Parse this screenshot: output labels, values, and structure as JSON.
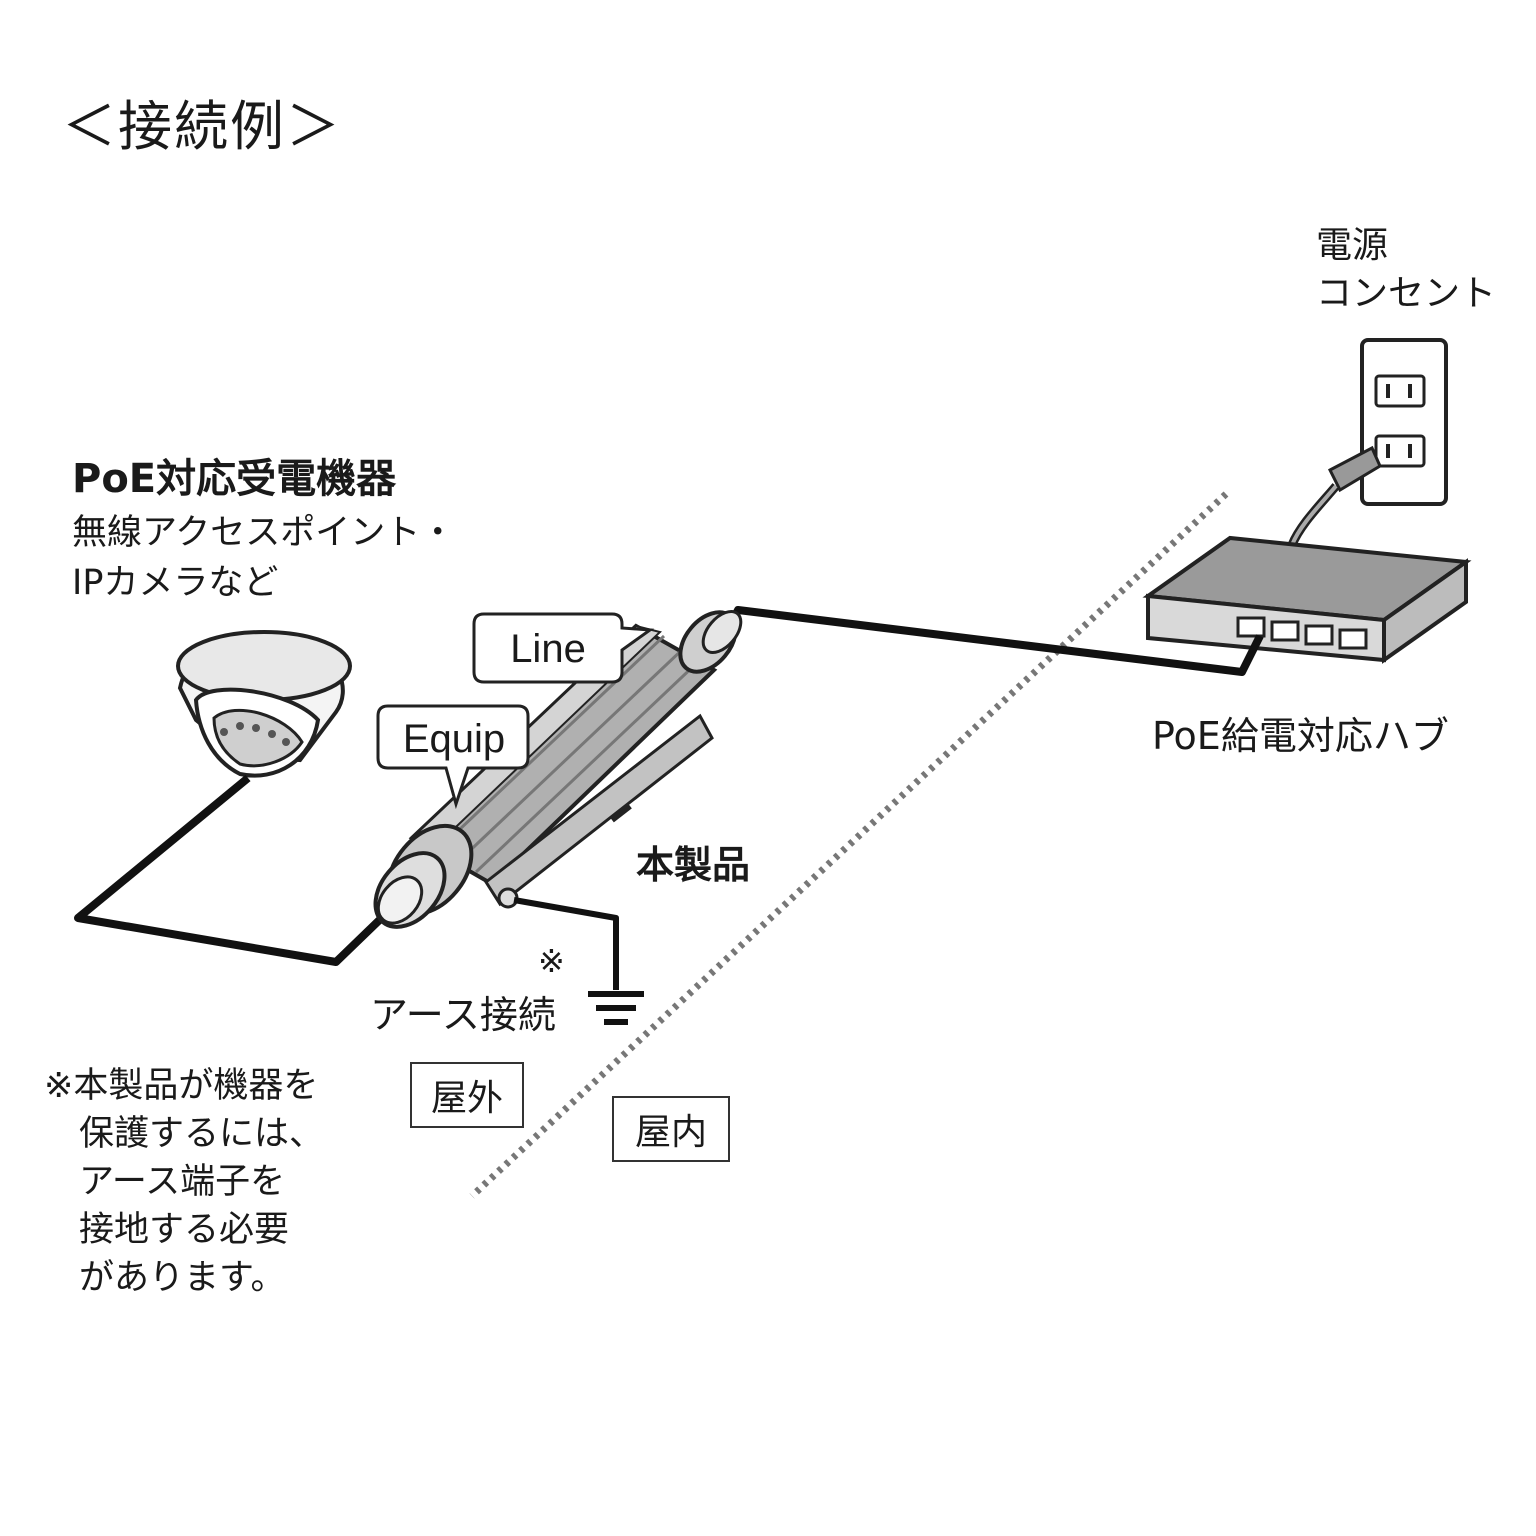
{
  "heading": "＜接続例＞",
  "outlet": {
    "label": "電源\nコンセント"
  },
  "powered_device": {
    "title": "PoE対応受電機器",
    "description": "無線アクセスポイント・\nIPカメラなど"
  },
  "hub": {
    "label": "PoE給電対応ハブ"
  },
  "product": {
    "label": "本製品"
  },
  "ports": {
    "line": "Line",
    "equip": "Equip"
  },
  "earth": {
    "mark": "※",
    "label": "アース接続"
  },
  "zones": {
    "outdoor": "屋外",
    "indoor": "屋内"
  },
  "note": "※本製品が機器を\n　保護するには、\n　アース端子を\n　接地する必要\n　があります。"
}
